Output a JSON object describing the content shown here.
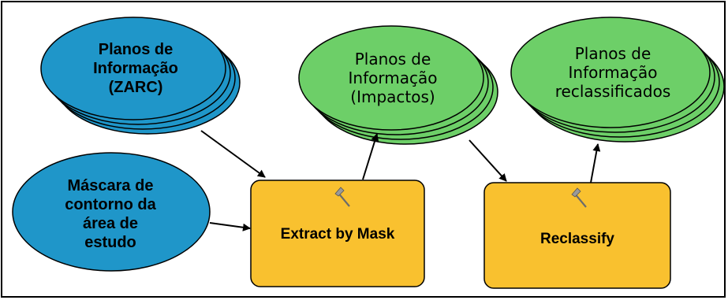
{
  "nodes": {
    "planos_zarc": {
      "label": "Planos de\nInformação\n(ZARC)",
      "color": "#1f96c9"
    },
    "mascara": {
      "label": "Máscara de\ncontorno da\nárea de\nestudo",
      "color": "#1f96c9"
    },
    "planos_impactos": {
      "label": "Planos de\nInformação\n(Impactos)",
      "color": "#6dcf68"
    },
    "planos_reclass": {
      "label": "Planos de\nInformação\nreclassificados",
      "color": "#6dcf68"
    },
    "extract_by_mask": {
      "label": "Extract by Mask",
      "icon": "hammer-icon",
      "color": "#f9c12f"
    },
    "reclassify": {
      "label": "Reclassify",
      "icon": "hammer-icon",
      "color": "#f9c12f"
    }
  },
  "edges": [
    {
      "from": "planos_zarc",
      "to": "extract_by_mask"
    },
    {
      "from": "mascara",
      "to": "extract_by_mask"
    },
    {
      "from": "extract_by_mask",
      "to": "planos_impactos"
    },
    {
      "from": "planos_impactos",
      "to": "reclassify"
    },
    {
      "from": "reclassify",
      "to": "planos_reclass"
    }
  ]
}
